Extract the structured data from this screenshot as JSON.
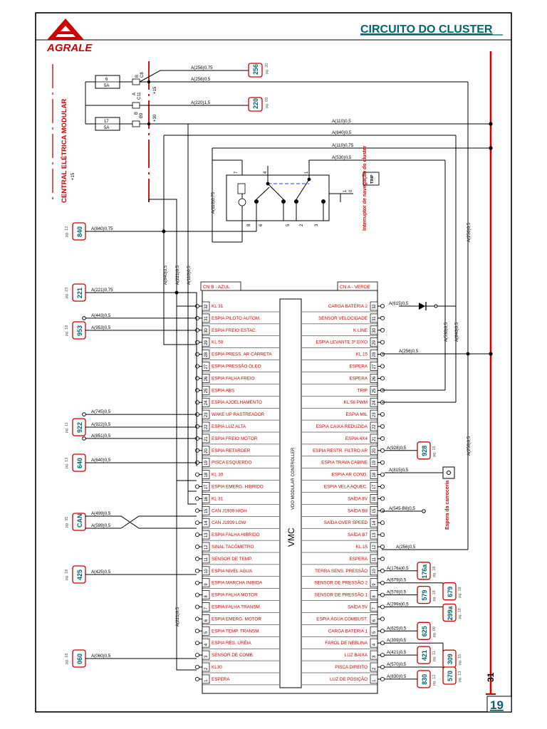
{
  "brand": "AGRALE",
  "title": "CIRCUITO DO CLUSTER",
  "page_number": "19",
  "line_31_label": "31",
  "line_15_label": "+15",
  "line_30_label": "+30",
  "central_label": "CENTRAL ELÉTRICA MODULAR",
  "central_sub": "+15",
  "fuses": [
    {
      "id": "6",
      "rating": "5A",
      "pins": [
        "B",
        "C8"
      ]
    },
    {
      "id": "17",
      "rating": "5A",
      "pins": [
        "A",
        "C11",
        "B",
        "B9"
      ]
    }
  ],
  "top_wires": [
    {
      "label": "A(256)0,75",
      "ref": "256",
      "page": "pg. 20"
    },
    {
      "label": "A(256)0,5"
    },
    {
      "label": "A(220)1,5",
      "ref": "220",
      "page": "pg. 09"
    },
    {
      "label": "A(110)0,5"
    },
    {
      "label": "A(840)0,5"
    },
    {
      "label": "A(110)0,75"
    },
    {
      "label": "A(530)0,5"
    }
  ],
  "switch": {
    "name": "Interruptor de navegação do cluster",
    "button": "TRIP",
    "pins_top": [
      "7",
      "4",
      "1"
    ],
    "pins_bottom": [
      "8",
      "6",
      "5",
      "2",
      "3"
    ],
    "positions": [
      "1",
      "0"
    ]
  },
  "vertical_wires": [
    "A(110)0,75",
    "A(840)0,5",
    "A(221)0,5",
    "A(110)0,5",
    "A(530)0,5",
    "A(840)0,5",
    "A(256)0,5",
    "A(256)0,5",
    "A(221)0,5"
  ],
  "connector_b": "CN B - AZUL",
  "connector_a": "CN A - VERDE",
  "module_name": "VMC",
  "module_sub": "VDO MODULAR CONTROLLER",
  "pins_b": [
    {
      "n": "32",
      "label": "KL 31"
    },
    {
      "n": "31",
      "label": "ESPIA PILOTO AUTOM."
    },
    {
      "n": "30",
      "label": "ESPIA FREIO ESTAC."
    },
    {
      "n": "29",
      "label": "KL 58"
    },
    {
      "n": "28",
      "label": "ESPIA PRESS. AR CARRETA"
    },
    {
      "n": "27",
      "label": "ESPIA PRESSÃO ÓLEO"
    },
    {
      "n": "26",
      "label": "ESPIA FALHA FREIO"
    },
    {
      "n": "25",
      "label": "ESPIA ABS"
    },
    {
      "n": "24",
      "label": "ESPIA AJOELHAMENTO"
    },
    {
      "n": "23",
      "label": "WAKE UP RASTREADOR"
    },
    {
      "n": "22",
      "label": "ESPIA LUZ ALTA"
    },
    {
      "n": "21",
      "label": "ESPIA FREIO MOTOR"
    },
    {
      "n": "20",
      "label": "ESPIA RETARDER"
    },
    {
      "n": "19",
      "label": "PISCA ESQUERDO"
    },
    {
      "n": "18",
      "label": "KL 30"
    },
    {
      "n": "17",
      "label": "ESPIA EMERG. HIBRIDO"
    },
    {
      "n": "16",
      "label": "KL 31"
    },
    {
      "n": "15",
      "label": "CAN J1939 HIGH"
    },
    {
      "n": "14",
      "label": "CAN J1939 LOW"
    },
    {
      "n": "13",
      "label": "ESPIA FALHA HIBRIDO"
    },
    {
      "n": "12",
      "label": "SINAL TACÔMETRO"
    },
    {
      "n": "11",
      "label": "SENSOR DE TEMP."
    },
    {
      "n": "10",
      "label": "ESPIA NIVEL AGUA"
    },
    {
      "n": "9",
      "label": "ESPIA MARCHA INIBIDA"
    },
    {
      "n": "8",
      "label": "ESPIA FALHA MOTOR"
    },
    {
      "n": "7",
      "label": "ESPIA FALHA TRANSM."
    },
    {
      "n": "6",
      "label": "ESPIA EMERG. MOTOR"
    },
    {
      "n": "5",
      "label": "ESPIA TEMP. TRANSM."
    },
    {
      "n": "4",
      "label": "ESPIA RES. URÉIA"
    },
    {
      "n": "3",
      "label": "SENSOR DE COMB."
    },
    {
      "n": "2",
      "label": "KL30"
    },
    {
      "n": "1",
      "label": "ESPERA"
    }
  ],
  "pins_a": [
    {
      "n": "32",
      "label": "CARGA BATERIA 2"
    },
    {
      "n": "31",
      "label": "SENSOR VELOCIDADE"
    },
    {
      "n": "30",
      "label": "K LINE"
    },
    {
      "n": "29",
      "label": "ESPIA LEVANTE 3º EIXO"
    },
    {
      "n": "28",
      "label": "KL 15"
    },
    {
      "n": "27",
      "label": "ESPERA"
    },
    {
      "n": "26",
      "label": "ESPERA"
    },
    {
      "n": "25",
      "label": "TRIP"
    },
    {
      "n": "24",
      "label": "KL 58 PWM"
    },
    {
      "n": "23",
      "label": "ESPIA MIL"
    },
    {
      "n": "22",
      "label": "ESPIA CAIXA REDUZIDA"
    },
    {
      "n": "21",
      "label": "ESPIA 4X4"
    },
    {
      "n": "20",
      "label": "ESPIA RESTR. FILTRO AR"
    },
    {
      "n": "19",
      "label": "ESPIA TRAVA CABINE"
    },
    {
      "n": "18",
      "label": "ESPIA AR COND."
    },
    {
      "n": "17",
      "label": "ESPIA VELA AQUEC."
    },
    {
      "n": "16",
      "label": "SAÍDA 8V"
    },
    {
      "n": "15",
      "label": "SAÍDA B8"
    },
    {
      "n": "14",
      "label": "SAÍDA OVER SPEED"
    },
    {
      "n": "13",
      "label": "SAÍDA B7"
    },
    {
      "n": "12",
      "label": "KL 15"
    },
    {
      "n": "11",
      "label": "ESPERA"
    },
    {
      "n": "10",
      "label": "TERRA SENS. PRESSÃO"
    },
    {
      "n": "9",
      "label": "SENSOR DE PRESSÃO 2"
    },
    {
      "n": "8",
      "label": "SENSOR DE PRESSÃO 1"
    },
    {
      "n": "7",
      "label": "SAÍDA 5V"
    },
    {
      "n": "6",
      "label": "ESPIA ÁGUA COMBUST."
    },
    {
      "n": "5",
      "label": "CARGA BATERIA 1"
    },
    {
      "n": "4",
      "label": "FAROL DE NEBLINA"
    },
    {
      "n": "3",
      "label": "LUZ BAIXA"
    },
    {
      "n": "2",
      "label": "PISCA DIREITO"
    },
    {
      "n": "1",
      "label": "LUZ DE POSIÇÃO"
    }
  ],
  "left_refs": [
    {
      "ref": "840",
      "page": "pg. 12",
      "wire": "A(840)0,75"
    },
    {
      "ref": "221",
      "page": "pg. 23",
      "wire": "A(221)0,75"
    },
    {
      "ref": "953",
      "page": "pg. 18",
      "wire": "A(953)0,5"
    },
    {
      "ref": "922",
      "page": "pg. 11",
      "wire": "A(922)0,5"
    },
    {
      "ref": "640",
      "page": "pg. 13",
      "wire": "A(640)0,5"
    },
    {
      "ref": "CAN",
      "page": "pg. 35",
      "wire": ""
    },
    {
      "ref": "425",
      "page": "pg. 18",
      "wire": "A(425)0,5"
    },
    {
      "ref": "060",
      "page": "pg. 18",
      "wire": "A(060)0,5"
    }
  ],
  "left_open_wires": [
    "A(443)0,5",
    "A(745)0,5",
    "A(851)0,5"
  ],
  "can_wires": [
    "A(499)0,5",
    "A(599)0,5"
  ],
  "right_refs": [
    {
      "ref": "928",
      "page": "pg. 15",
      "wire": "A(928)0,5"
    },
    {
      "ref": "176a",
      "page": "pg. 18",
      "wire": "A(176a)0,5"
    },
    {
      "ref": "679",
      "page": "pg. 18",
      "wire": "A(679)0,5"
    },
    {
      "ref": "579",
      "page": "pg. 18",
      "wire": "A(579)0,5"
    },
    {
      "ref": "299a",
      "page": "pg. 18",
      "wire": "A(299a)0,5"
    },
    {
      "ref": "625",
      "page": "pg. 09",
      "wire": "A(625)0,5"
    },
    {
      "ref": "309",
      "page": "pg. 15",
      "wire": "A(309)0,5"
    },
    {
      "ref": "421",
      "page": "pg. 11",
      "wire": "A(421)0,5"
    },
    {
      "ref": "570",
      "page": "pg. 13",
      "wire": "A(570)0,5"
    },
    {
      "ref": "830",
      "page": "pg. 12",
      "wire": "A(830)0,5"
    }
  ],
  "right_open_wires": [
    "A(615)0,5",
    "A(256)0,5",
    "A(815)0,5",
    "A(545-B8)0,5",
    "A(256)0,5"
  ],
  "espera_label": "Espera da carroceria",
  "colors": {
    "red": "#cc0000",
    "teal": "#00666b",
    "line": "#000000"
  }
}
